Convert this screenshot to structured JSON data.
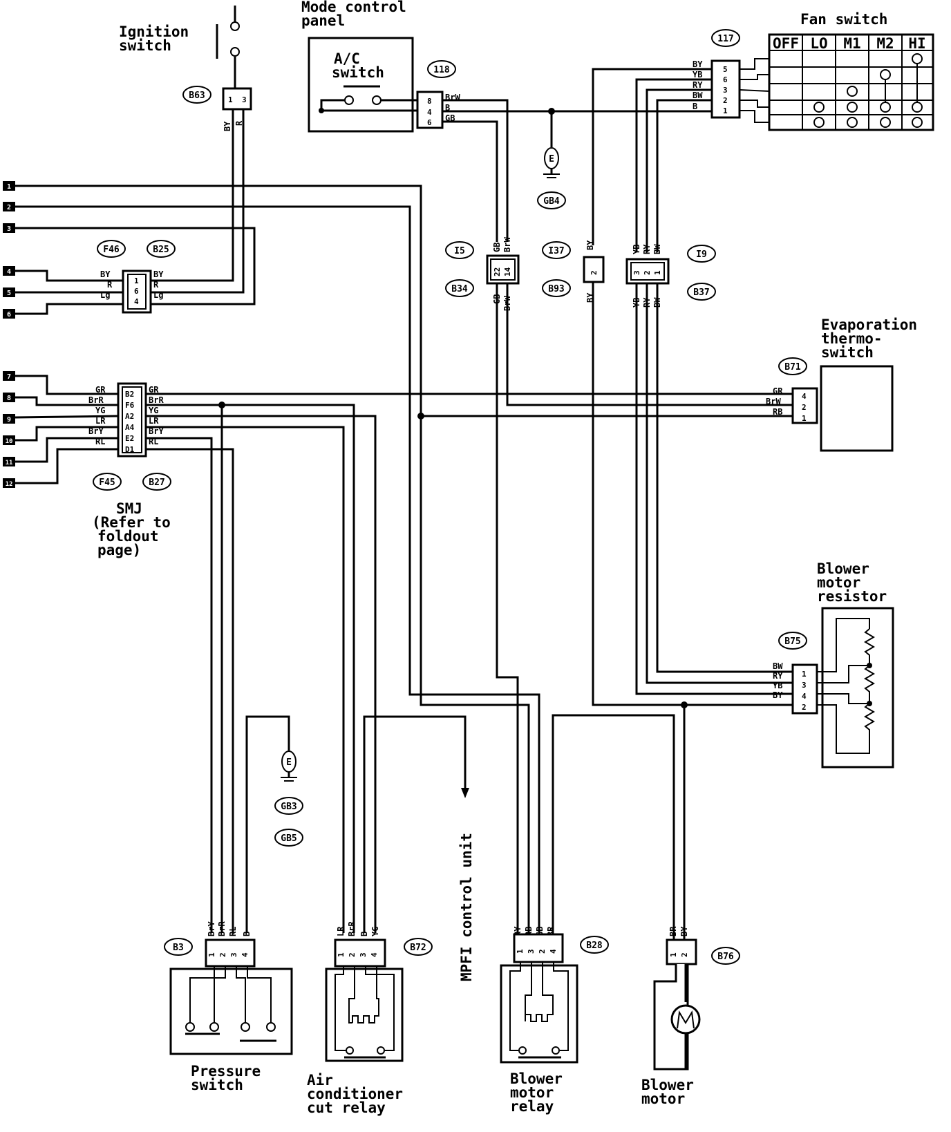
{
  "components": {
    "ignition_switch": [
      "Ignition",
      "switch"
    ],
    "mode_control_panel": [
      "Mode control",
      "panel"
    ],
    "ac_switch": [
      "A/C",
      "switch"
    ],
    "fan_switch": "Fan switch",
    "fan_positions": [
      "OFF",
      "LO",
      "M1",
      "M2",
      "HI"
    ],
    "evaporation_thermo_switch": [
      "Evaporation",
      "thermo-",
      "switch"
    ],
    "blower_motor_resistor": [
      "Blower",
      "motor",
      "resistor"
    ],
    "smj": [
      "SMJ",
      "(Refer to",
      "foldout",
      "page)"
    ],
    "pressure_switch": [
      "Pressure",
      "switch"
    ],
    "ac_cut_relay": [
      "Air",
      "conditioner",
      "cut relay"
    ],
    "mpfi": "MPFI control unit",
    "blower_motor_relay": [
      "Blower",
      "motor",
      "relay"
    ],
    "blower_motor": [
      "Blower",
      "motor"
    ]
  },
  "connectors": {
    "b63": "B63",
    "b118": "118",
    "b117": "117",
    "gb4": "GB4",
    "f46": "F46",
    "b25": "B25",
    "i5": "I5",
    "b34": "B34",
    "i37": "I37",
    "b93": "B93",
    "i9": "I9",
    "b37": "B37",
    "b71": "B71",
    "f45": "F45",
    "b27": "B27",
    "b75": "B75",
    "gb3": "GB3",
    "gb5": "GB5",
    "b3": "B3",
    "b72": "B72",
    "b28": "B28",
    "b76": "B76"
  },
  "terminals": [
    "1",
    "2",
    "3",
    "4",
    "5",
    "6",
    "7",
    "8",
    "9",
    "10",
    "11",
    "12"
  ],
  "ground_symbol": "E",
  "wires": {
    "ign": [
      "BY",
      "R"
    ],
    "ac_out": [
      "BrW",
      "B",
      "GB"
    ],
    "fan": [
      "BY",
      "YB",
      "RY",
      "BW",
      "B"
    ],
    "f46_left": [
      "BY",
      "R",
      "Lg"
    ],
    "f46_right": [
      "BY",
      "R",
      "Lg"
    ],
    "f46_pins": [
      "1",
      "6",
      "4"
    ],
    "smj_left": [
      "GR",
      "BrR",
      "YG",
      "LR",
      "BrY",
      "RL"
    ],
    "smj_right": [
      "GR",
      "BrR",
      "YG",
      "LR",
      "BrY",
      "RL"
    ],
    "smj_pins": [
      "B2",
      "F6",
      "A2",
      "A4",
      "E2",
      "D1"
    ],
    "i5_wires": [
      "GB",
      "BrW"
    ],
    "i5_pins": [
      "22",
      "14"
    ],
    "i37_wire": "BY",
    "i37_pin": "2",
    "i9_wires": [
      "YB",
      "RY",
      "BW"
    ],
    "i9_pins": [
      "3",
      "2",
      "1"
    ],
    "b71_wires": [
      "GR",
      "BrW",
      "RB"
    ],
    "b71_pins": [
      "4",
      "2",
      "1"
    ],
    "b75_wires": [
      "BW",
      "RY",
      "YB",
      "BY"
    ],
    "b75_pins": [
      "1",
      "3",
      "4",
      "2"
    ],
    "b3_wires": [
      "BrY",
      "BrR",
      "RL",
      "B"
    ],
    "b72_wires": [
      "LR",
      "BrR",
      "B",
      "YG"
    ],
    "b28_wires": [
      "RY",
      "RB",
      "GB",
      "BR"
    ],
    "b76_wires": [
      "BR",
      "BY"
    ],
    "pins_1_4": [
      "1",
      "2",
      "3",
      "4"
    ],
    "pins_3": [
      "3",
      "1",
      "2"
    ],
    "pins_2": [
      "1",
      "2"
    ]
  }
}
